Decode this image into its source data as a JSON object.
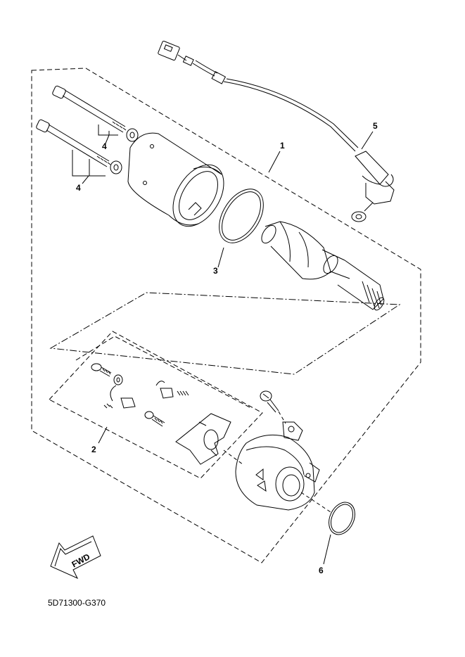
{
  "callouts": {
    "c1": "1",
    "c2": "2",
    "c3": "3",
    "c4a": "4",
    "c4b": "4",
    "c5": "5",
    "c6": "6"
  },
  "fwd_label": "FWD",
  "drawing_code": "5D71300-G370"
}
